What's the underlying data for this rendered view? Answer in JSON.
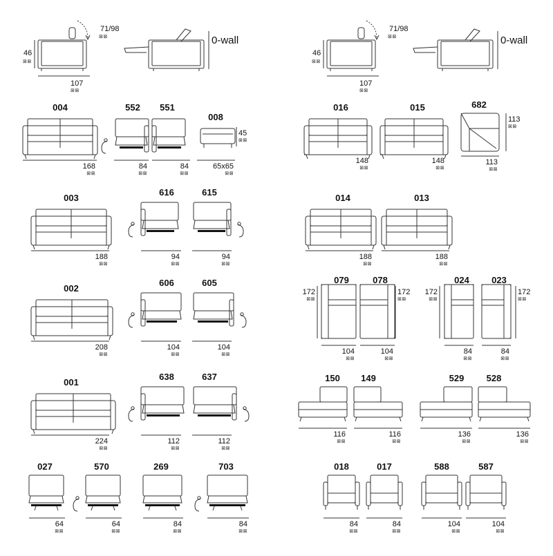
{
  "diagram": {
    "header": {
      "height": "46",
      "recline": "71/98",
      "depth": "107",
      "wall": "0-wall",
      "unit_symbol": "⊠⊠"
    },
    "left_rows": [
      {
        "items": [
          {
            "code": "004",
            "width": "168",
            "kind": "sofa"
          },
          {
            "code": "552",
            "width": "84",
            "kind": "recliner"
          },
          {
            "code": "551",
            "width": "84",
            "kind": "recliner"
          },
          {
            "code": "008",
            "width": "65x65",
            "kind": "stool",
            "height": "45"
          }
        ]
      },
      {
        "items": [
          {
            "code": "003",
            "width": "188",
            "kind": "sofa"
          },
          {
            "code": "616",
            "width": "94",
            "kind": "recliner"
          },
          {
            "code": "615",
            "width": "94",
            "kind": "recliner"
          }
        ]
      },
      {
        "items": [
          {
            "code": "002",
            "width": "208",
            "kind": "sofa"
          },
          {
            "code": "606",
            "width": "104",
            "kind": "recliner"
          },
          {
            "code": "605",
            "width": "104",
            "kind": "recliner"
          }
        ]
      },
      {
        "items": [
          {
            "code": "001",
            "width": "224",
            "kind": "sofa"
          },
          {
            "code": "638",
            "width": "112",
            "kind": "recliner"
          },
          {
            "code": "637",
            "width": "112",
            "kind": "recliner"
          }
        ]
      },
      {
        "items": [
          {
            "code": "027",
            "width": "64",
            "kind": "chair"
          },
          {
            "code": "570",
            "width": "64",
            "kind": "chair"
          },
          {
            "code": "269",
            "width": "84",
            "kind": "chair"
          },
          {
            "code": "703",
            "width": "84",
            "kind": "chair"
          }
        ]
      }
    ],
    "right_rows": [
      {
        "items": [
          {
            "code": "016",
            "width": "148",
            "kind": "sofa"
          },
          {
            "code": "015",
            "width": "148",
            "kind": "sofa"
          },
          {
            "code": "682",
            "width": "113",
            "kind": "corner",
            "height": "113"
          }
        ]
      },
      {
        "items": [
          {
            "code": "014",
            "width": "188",
            "kind": "sofa"
          },
          {
            "code": "013",
            "width": "188",
            "kind": "sofa"
          }
        ]
      },
      {
        "items": [
          {
            "code": "079",
            "width": "104",
            "kind": "chaise",
            "height": "172"
          },
          {
            "code": "078",
            "width": "104",
            "kind": "chaise",
            "height": "172"
          },
          {
            "code": "024",
            "width": "84",
            "kind": "chaise",
            "height": "172"
          },
          {
            "code": "023",
            "width": "84",
            "kind": "chaise",
            "height": "172"
          }
        ]
      },
      {
        "items": [
          {
            "code": "150",
            "width": "116",
            "kind": "bench"
          },
          {
            "code": "149",
            "width": "116",
            "kind": "bench"
          },
          {
            "code": "529",
            "width": "136",
            "kind": "bench"
          },
          {
            "code": "528",
            "width": "136",
            "kind": "bench"
          }
        ]
      },
      {
        "items": [
          {
            "code": "018",
            "width": "84",
            "kind": "armchair"
          },
          {
            "code": "017",
            "width": "84",
            "kind": "armchair"
          },
          {
            "code": "588",
            "width": "104",
            "kind": "armchair"
          },
          {
            "code": "587",
            "width": "104",
            "kind": "armchair"
          }
        ]
      }
    ]
  }
}
